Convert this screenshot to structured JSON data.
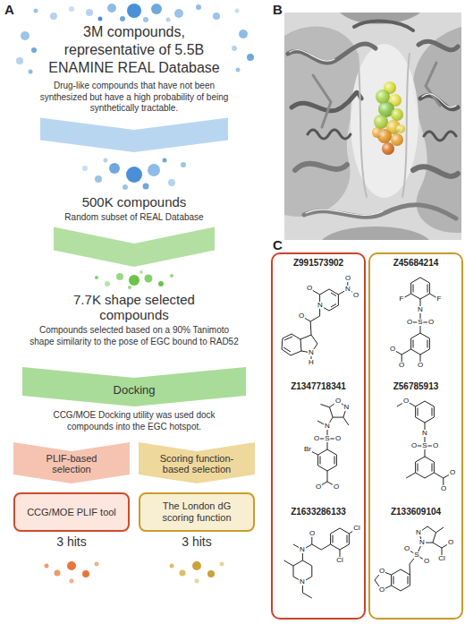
{
  "diagram": {
    "nodes": [
      {
        "text": [
          "3M compounds, representative of 5.5B ENAMINE REAL Database",
          "Drug-like compounds that have not been synthesized but have a high probability of being synthetically tractable."
        ]
      },
      {
        "text": [
          "500K compounds",
          "Random subset of REAL Database"
        ]
      },
      {
        "text": [
          "7.7K shape selected compounds",
          "Compounds selected based on a 90% Tanimoto shape similarity to the pose of EGC bound to RAD52"
        ]
      },
      {
        "text": [
          "Docking",
          "CCG/MOE Docking utility was used dock compounds into the EGC hotspot."
        ]
      },
      {
        "text": [
          "PLIF-based selection"
        ]
      },
      {
        "text": [
          "Scoring function-based selection"
        ]
      },
      {
        "text": [
          "CCG/MOE PLIF tool",
          "3 hits"
        ]
      },
      {
        "text": [
          "The London dG scoring function",
          "3 hits"
        ]
      },
      {
        "text": [
          "Z991573902",
          "Z1347718341",
          "Z1633286133"
        ]
      },
      {
        "text": [
          "Z45684214",
          "Z56785913",
          "Z133609104"
        ]
      }
    ],
    "edges": [
      {
        "from": 0,
        "to": 1,
        "arrow": "to"
      },
      {
        "from": 1,
        "to": 2,
        "arrow": "to"
      }
    ],
    "labels": [
      "A",
      "B",
      "C",
      "O",
      "N",
      "O",
      "O",
      "N",
      "O",
      "N",
      "H",
      "O",
      "N",
      "N",
      "S",
      "O",
      "O",
      "Br",
      "O",
      "O",
      "Cl",
      "Cl",
      "O",
      "N",
      "N",
      "F",
      "F",
      "N",
      "S",
      "O",
      "O",
      "O",
      "O",
      "O",
      "O",
      "N",
      "S",
      "O",
      "O",
      "O",
      "O",
      "N",
      "N",
      "O",
      "Cl",
      "S",
      "O",
      "O",
      "O",
      "O"
    ]
  }
}
